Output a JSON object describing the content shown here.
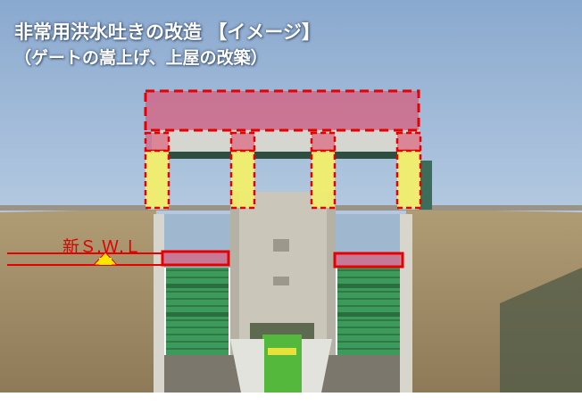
{
  "title": "非常用洪水吐きの改造 【イメージ】",
  "subtitle": "（ゲートの嵩上げ、上屋の改築）",
  "swl_label": "新Ｓ.Ｗ.Ｌ",
  "colors": {
    "sky": "#8fb0d4",
    "concrete": "#c9c4b8",
    "gate_green": "#3f9a5c",
    "hill": "#a7936c",
    "highlight_red": "#e53030",
    "highlight_yellow": "#f2ee6a",
    "arrow_yellow": "#ffe600"
  }
}
